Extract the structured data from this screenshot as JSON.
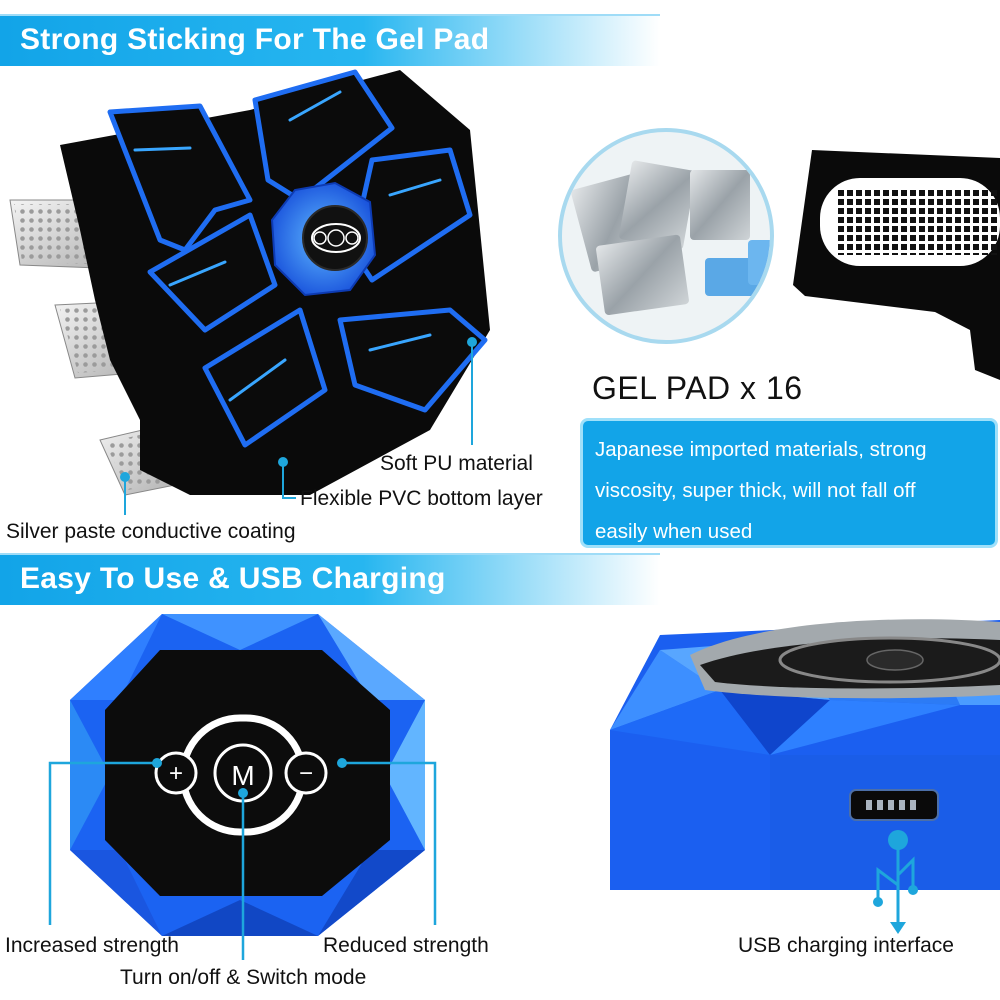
{
  "sections": {
    "gel_pad_heading": "Strong Sticking For The Gel Pad",
    "usb_heading": "Easy To Use & USB Charging"
  },
  "gel_pad": {
    "callouts": {
      "soft_pu": "Soft PU material",
      "pvc_layer": "Flexible PVC bottom layer",
      "silver_paste": "Silver paste conductive coating"
    },
    "count_label": "GEL PAD x 16",
    "info_lines": [
      "Japanese imported materials, strong",
      "viscosity, super thick, will not fall off",
      "easily when used"
    ]
  },
  "controller": {
    "buttons": {
      "plus": "+",
      "mode": "M",
      "minus": "−"
    },
    "callouts": {
      "plus": "Increased strength",
      "minus": "Reduced strength",
      "mode": "Turn on/off & Switch mode",
      "usb": "USB charging interface"
    }
  },
  "colors": {
    "accent": "#12a4e8",
    "device_blue": "#1c5ff0",
    "pad_black": "#0a0a0a"
  }
}
